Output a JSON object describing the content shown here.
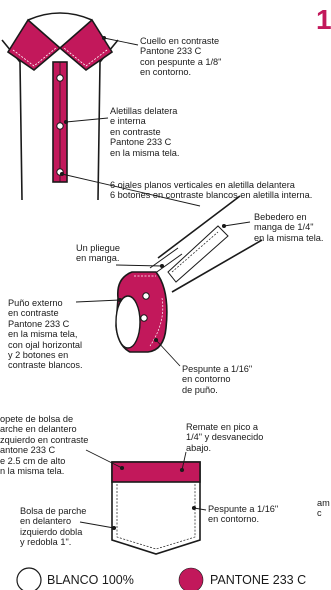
{
  "page_number": "1",
  "colors": {
    "accent": "#c2185b",
    "line": "#1a1a1a",
    "white": "#ffffff"
  },
  "annotations": {
    "collar": "Cuello en contraste\nPantone 233 C\ncon pespunte a 1/8\"\nen contorno.",
    "placket": "Aletillas delatera\ne interna\nen contraste\nPantone 233 C\nen la misma tela.",
    "buttonholes": "6 ojales planos verticales en aletilla delantera\n6 botones en contraste blancos en aletilla interna.",
    "pleat": "Un pliegue\nen manga.",
    "gauntlet": "Bebedero en\nmanga de 1/4\"\nen la misma tela.",
    "cuff": "Puño externo\nen contraste\nPantone 233 C\nen la misma tela,\ncon ojal horizontal\ny 2 botones en\ncontraste blancos.",
    "cuff_stitch": "Pespunte a 1/16\"\nen contorno\nde puño.",
    "pocket_flap": "opete de bolsa de\narche en delantero\nzquierdo en contraste\nantone 233 C\ne 2.5 cm de alto\nn la misma tela.",
    "pocket_peak": "Remate en pico a\n1/4\" y desvanecido\nabajo.",
    "pocket_body": "Bolsa de parche\nen delantero\nizquierdo dobla\ny redobla 1\".",
    "pocket_stitch": "Pespunte a 1/16\"\nen contorno.",
    "edge_fragment": "am\nc"
  },
  "legend": [
    {
      "label": "BLANCO 100%",
      "swatch": "white-circle"
    },
    {
      "label": "PANTONE 233 C",
      "swatch": "magenta-circle"
    }
  ]
}
